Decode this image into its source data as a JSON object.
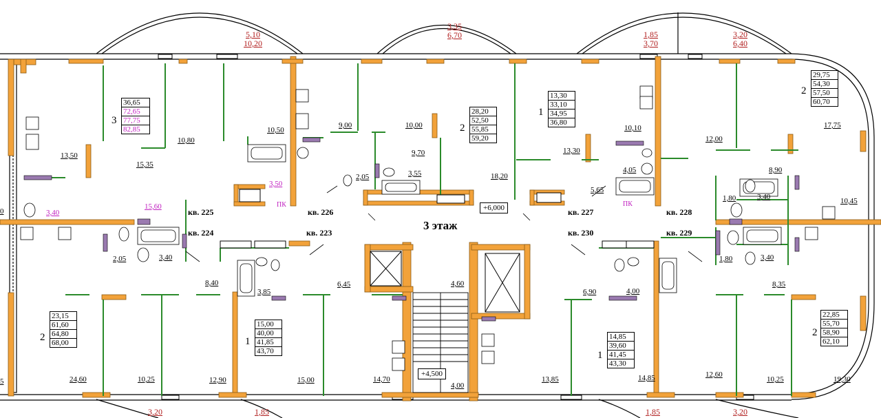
{
  "floor_label": "3 этаж",
  "elevation_marks": [
    "+6,000",
    "+4,500"
  ],
  "balcony_top": [
    {
      "a": "5,10",
      "b": "10,20"
    },
    {
      "a": "3,35",
      "b": "6,70"
    },
    {
      "a": "1,85",
      "b": "3,70"
    },
    {
      "a": "3,20",
      "b": "6,40"
    }
  ],
  "balcony_bottom": [
    "3,20",
    "1,85",
    "1,85",
    "3,20"
  ],
  "apartments": [
    {
      "id": "кв. 225"
    },
    {
      "id": "кв. 226"
    },
    {
      "id": "кв. 227"
    },
    {
      "id": "кв. 228"
    },
    {
      "id": "кв. 224"
    },
    {
      "id": "кв. 223"
    },
    {
      "id": "кв. 230"
    },
    {
      "id": "кв. 229"
    }
  ],
  "area_boxes": [
    {
      "rooms": "3",
      "values": [
        "36,65",
        "72,65",
        "77,75",
        "82,85"
      ]
    },
    {
      "rooms": "2",
      "values": [
        "28,20",
        "52,50",
        "55,85",
        "59,20"
      ]
    },
    {
      "rooms": "1",
      "values": [
        "13,30",
        "33,10",
        "34,95",
        "36,80"
      ]
    },
    {
      "rooms": "2",
      "values": [
        "29,75",
        "54,30",
        "57,50",
        "60,70"
      ]
    },
    {
      "rooms": "2",
      "values": [
        "23,15",
        "61,60",
        "64,80",
        "68,00"
      ]
    },
    {
      "rooms": "1",
      "values": [
        "15,00",
        "40,00",
        "41,85",
        "43,70"
      ]
    },
    {
      "rooms": "1",
      "values": [
        "14,85",
        "39,60",
        "41,45",
        "43,30"
      ]
    },
    {
      "rooms": "2",
      "values": [
        "22,85",
        "55,70",
        "58,90",
        "62,10"
      ]
    }
  ],
  "room_areas": {
    "r13_50": "13,50",
    "r15_35": "15,35",
    "r10_80": "10,80",
    "r10_50": "10,50",
    "r9_00": "9,00",
    "r10_00": "10,00",
    "r9_70": "9,70",
    "r3_55": "3,55",
    "r2_05a": "2,05",
    "r18_20": "18,20",
    "r13_30": "13,30",
    "r10_10": "10,10",
    "r4_05": "4,05",
    "r5_65": "5,65",
    "r12_00": "12,00",
    "r17_75": "17,75",
    "r8_90": "8,90",
    "r1_80a": "1,80",
    "r3_40a": "3,40",
    "r10_45": "10,45",
    "r3_40b": "3,40",
    "r3_50": "3,50",
    "r15_60": "15,60",
    "r2_05b": "2,05",
    "r3_40c": "3,40",
    "r8_40": "8,40",
    "r3_85": "3,85",
    "r6_45": "6,45",
    "r4_60": "4,60",
    "r6_90": "6,90",
    "r4_00a": "4,00",
    "r8_35": "8,35",
    "r1_80b": "1,80",
    "r3_40d": "3,40",
    "r24_60": "24,60",
    "r10_25a": "10,25",
    "r12_90": "12,90",
    "r15_00": "15,00",
    "r14_70": "14,70",
    "r4_00b": "4,00",
    "r13_85": "13,85",
    "r14_85": "14,85",
    "r12_60": "12,60",
    "r10_25b": "10,25",
    "r19_30": "19,30",
    "edge_left": "0",
    "edge_left2": "5"
  },
  "shaft_labels": [
    "ПК",
    "ПК"
  ],
  "colors": {
    "wall": "#f2a23a",
    "wall_edge": "#8a5a14",
    "partition": "#2a8a2a",
    "line": "#000000",
    "bath": "#9a7ab0"
  }
}
